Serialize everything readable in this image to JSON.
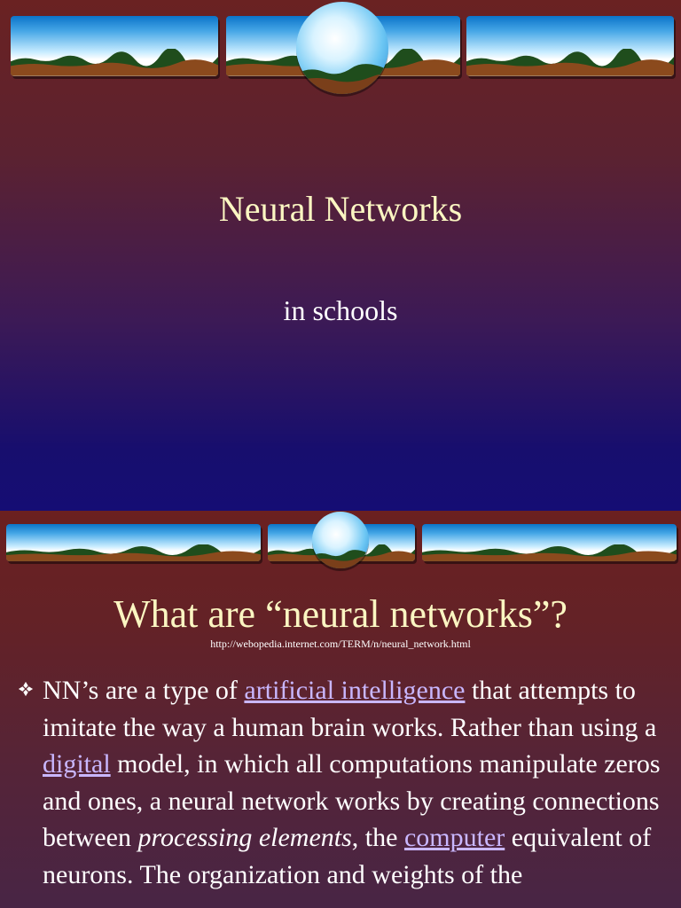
{
  "slides": [
    {
      "title": "Neural Networks",
      "subtitle": "in schools"
    },
    {
      "title": "What are “neural networks”?",
      "source_url": "http://webopedia.internet.com/TERM/n/neural_network.html",
      "bullet": {
        "icon": "diamond-bullet-icon",
        "segments": [
          {
            "type": "text",
            "value": "NN’s are a type of "
          },
          {
            "type": "link",
            "value": "artificial intelligence"
          },
          {
            "type": "text",
            "value": " that attempts to imitate the way a human brain works. Rather than using a "
          },
          {
            "type": "link",
            "value": "digital"
          },
          {
            "type": "text",
            "value": " model, in which all computations manipulate zeros and ones, a neural network works by creating connections between "
          },
          {
            "type": "italic",
            "value": "processing elements"
          },
          {
            "type": "text",
            "value": ", the "
          },
          {
            "type": "link",
            "value": "computer"
          },
          {
            "type": "text",
            "value": " equivalent of neurons. The organization and weights of the"
          }
        ]
      }
    }
  ],
  "colors": {
    "title": "#fbf6c2",
    "link": "#c9b7ff",
    "text": "#ffffff"
  }
}
